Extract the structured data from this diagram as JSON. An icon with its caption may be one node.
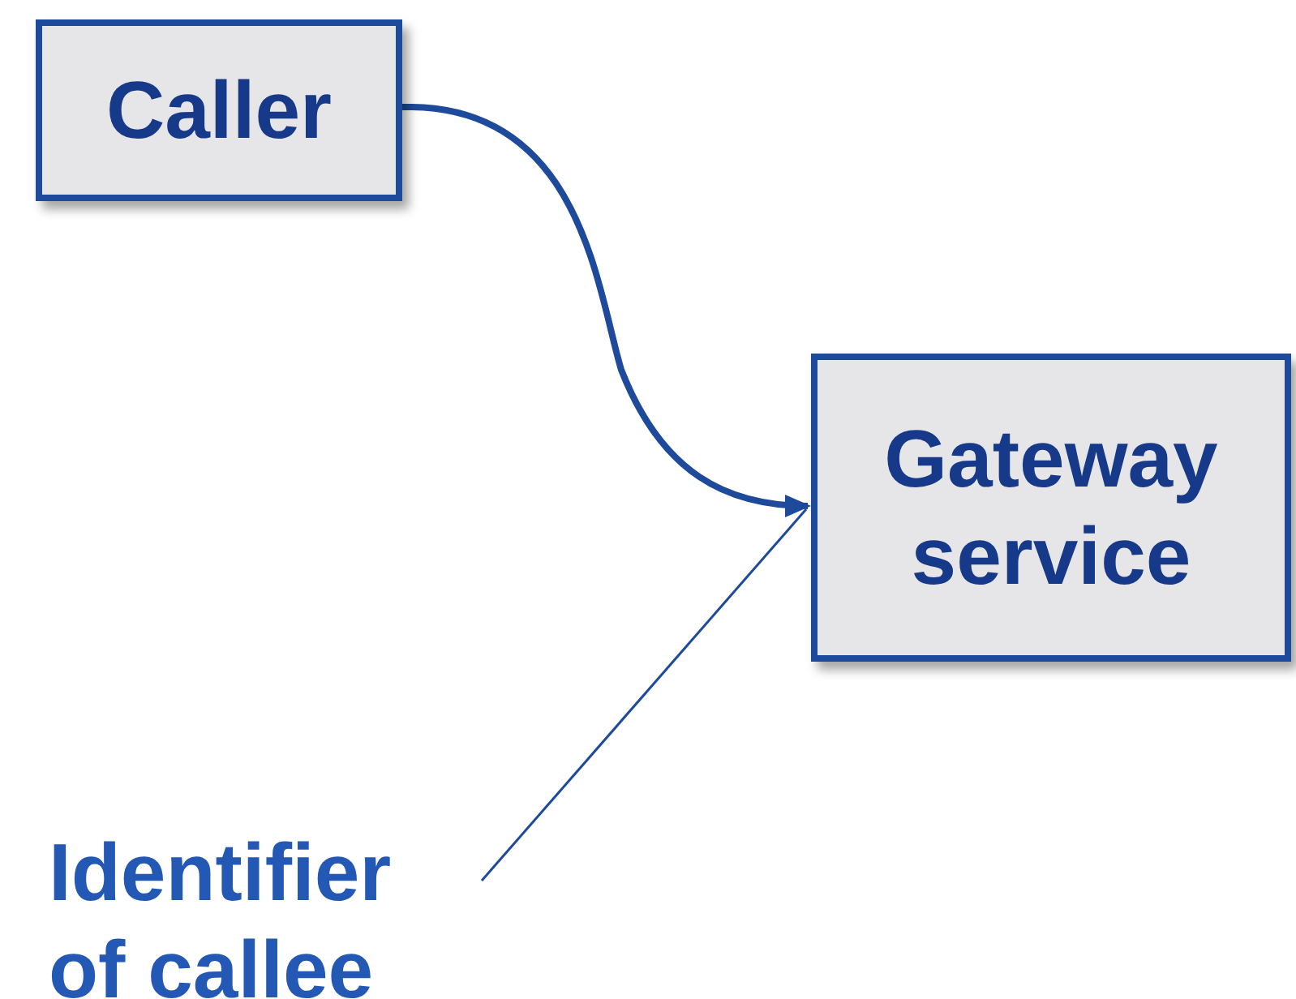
{
  "diagram": {
    "nodes": [
      {
        "text": [
          "Caller"
        ]
      },
      {
        "text": [
          "Gateway service"
        ]
      },
      {
        "text": [
          "Identifier of callee"
        ]
      }
    ],
    "edges": [
      {
        "from": 0,
        "to": 1,
        "arrow": "to",
        "style": "thick"
      },
      {
        "from": 2,
        "to": 1,
        "arrow": "none"
      }
    ]
  }
}
